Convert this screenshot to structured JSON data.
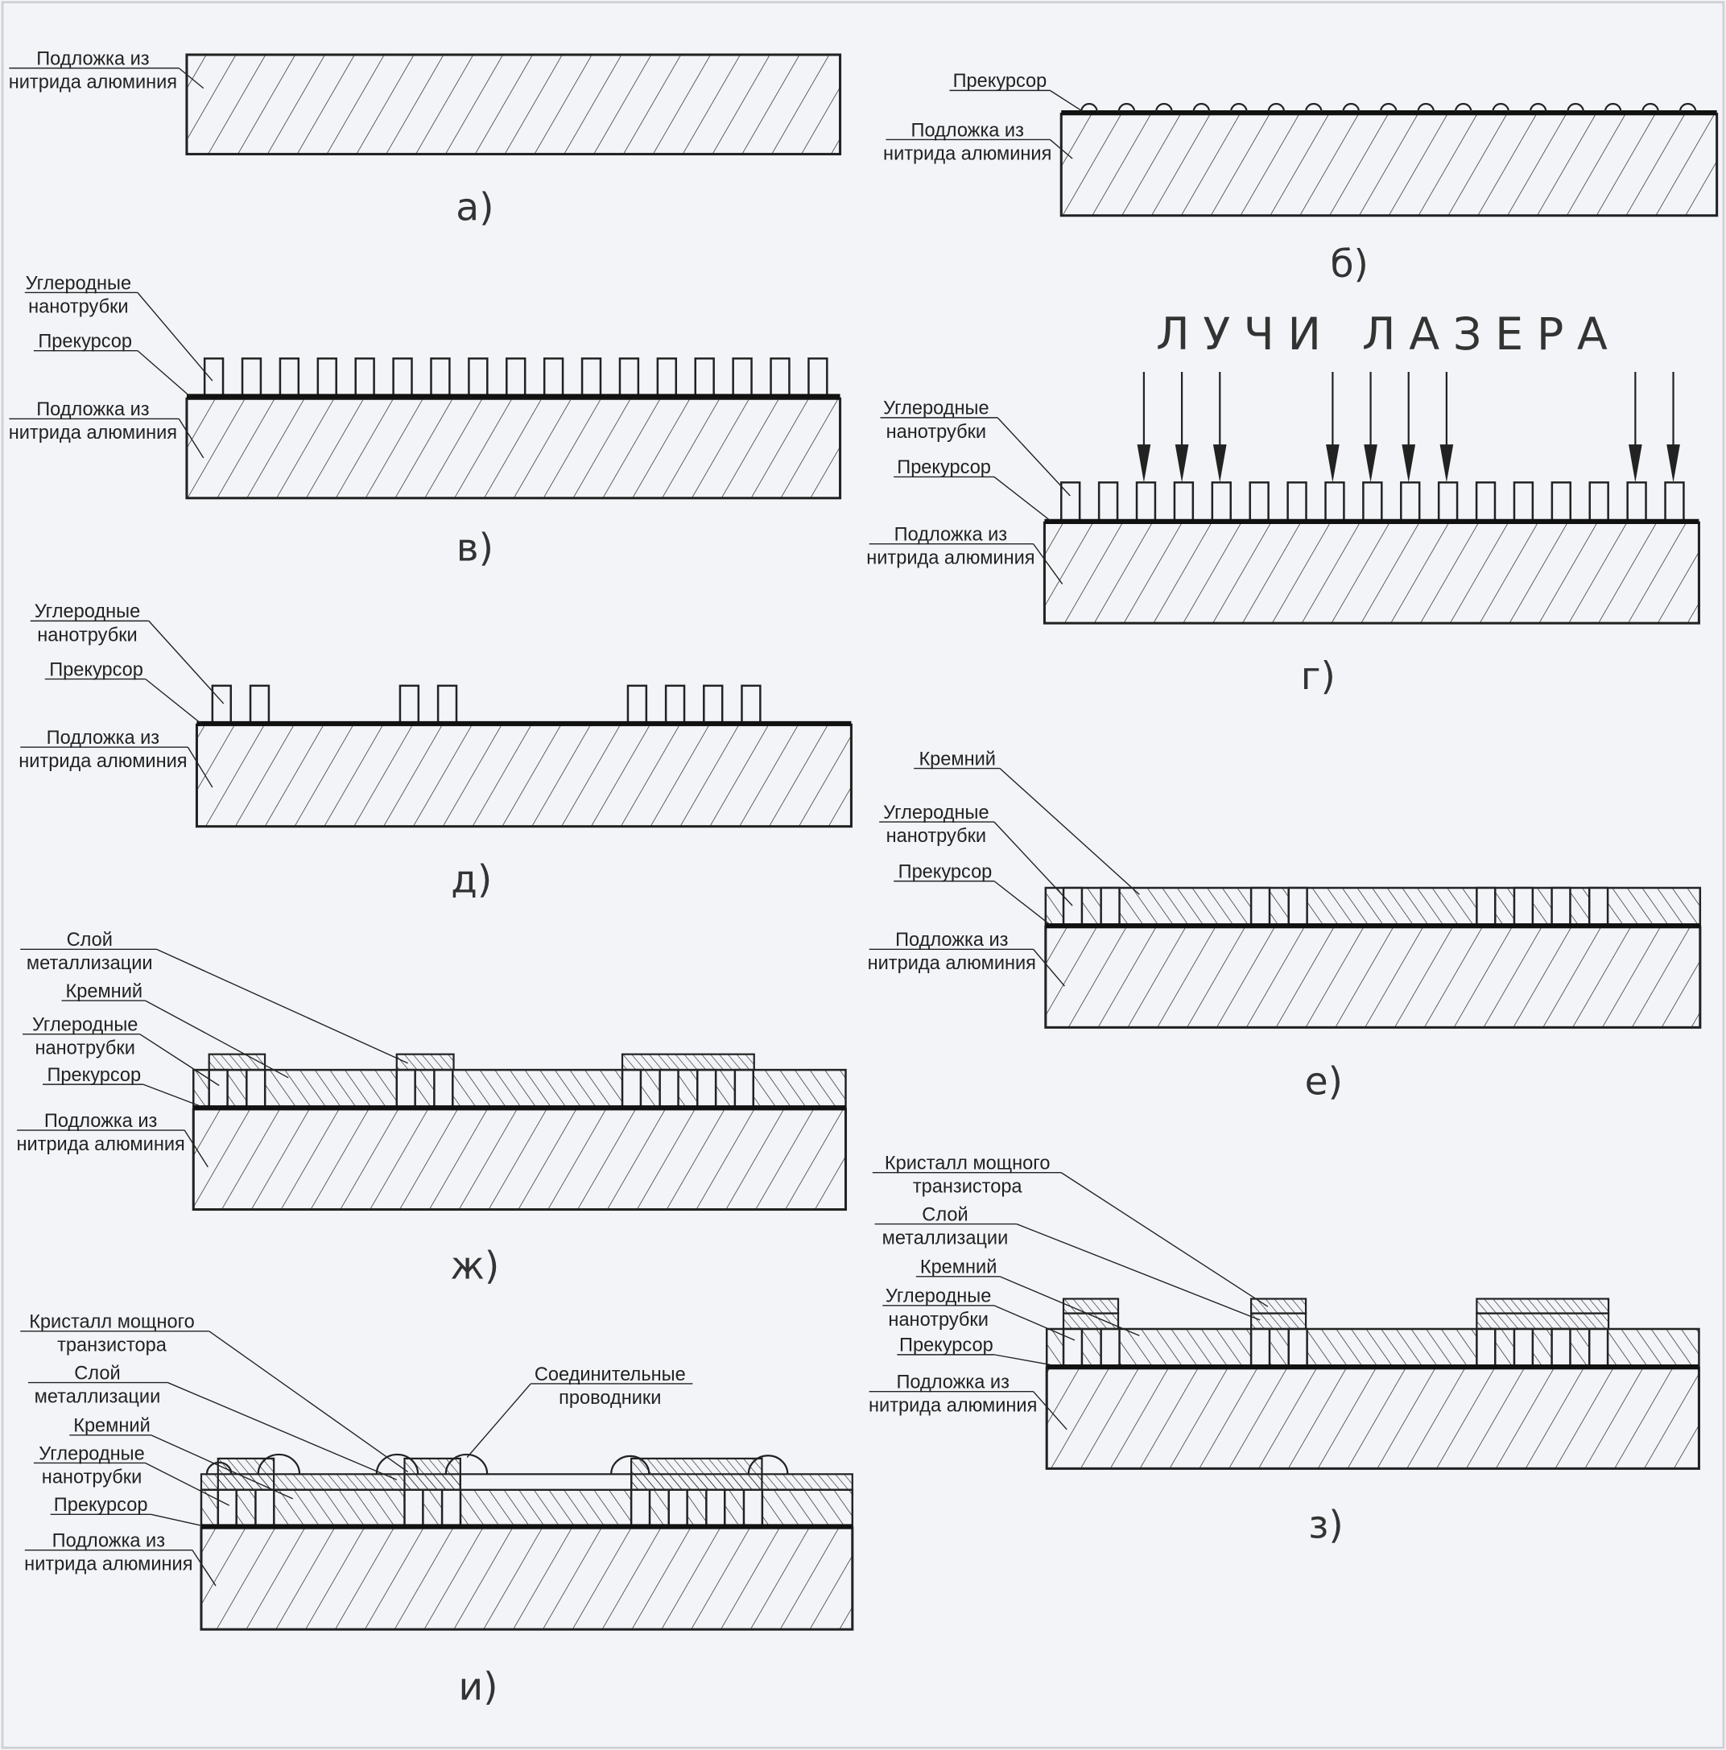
{
  "laser_title": "ЛУЧИ ЛАЗЕРА",
  "panels": {
    "a": {
      "caption": "а)",
      "substrate": [
        "Подложка из",
        "нитрида алюминия"
      ]
    },
    "b": {
      "caption": "б)",
      "precursor": [
        "Прекурсор"
      ],
      "substrate": [
        "Подложка из",
        "нитрида алюминия"
      ]
    },
    "v": {
      "caption": "в)",
      "nanotubes": [
        "Углеродные",
        "нанотрубки"
      ],
      "precursor": [
        "Прекурсор"
      ],
      "substrate": [
        "Подложка из",
        "нитрида алюминия"
      ]
    },
    "g": {
      "caption": "г)",
      "nanotubes": [
        "Углеродные",
        "нанотрубки"
      ],
      "precursor": [
        "Прекурсор"
      ],
      "substrate": [
        "Подложка из",
        "нитрида алюминия"
      ]
    },
    "d": {
      "caption": "д)",
      "nanotubes": [
        "Углеродные",
        "нанотрубки"
      ],
      "precursor": [
        "Прекурсор"
      ],
      "substrate": [
        "Подложка из",
        "нитрида алюминия"
      ]
    },
    "e": {
      "caption": "е)",
      "silicon": [
        "Кремний"
      ],
      "nanotubes": [
        "Углеродные",
        "нанотрубки"
      ],
      "precursor": [
        "Прекурсор"
      ],
      "substrate": [
        "Подложка из",
        "нитрида алюминия"
      ]
    },
    "zh": {
      "caption": "ж)",
      "metal": [
        "Слой",
        "металлизации"
      ],
      "silicon": [
        "Кремний"
      ],
      "nanotubes": [
        "Углеродные",
        "нанотрубки"
      ],
      "precursor": [
        "Прекурсор"
      ],
      "substrate": [
        "Подложка из",
        "нитрида алюминия"
      ]
    },
    "z": {
      "caption": "з)",
      "crystal": [
        "Кристалл мощного",
        "транзистора"
      ],
      "metal": [
        "Слой",
        "металлизации"
      ],
      "silicon": [
        "Кремний"
      ],
      "nanotubes": [
        "Углеродные",
        "нанотрубки"
      ],
      "precursor": [
        "Прекурсор"
      ],
      "substrate": [
        "Подложка из",
        "нитрида алюминия"
      ]
    },
    "i": {
      "caption": "и)",
      "crystal": [
        "Кристалл мощного",
        "транзистора"
      ],
      "metal": [
        "Слой",
        "металлизации"
      ],
      "silicon": [
        "Кремний"
      ],
      "nanotubes": [
        "Углеродные",
        "нанотрубки"
      ],
      "precursor": [
        "Прекурсор"
      ],
      "substrate": [
        "Подложка из",
        "нитрида алюминия"
      ],
      "wires": [
        "Соединительные",
        "проводники"
      ]
    }
  }
}
